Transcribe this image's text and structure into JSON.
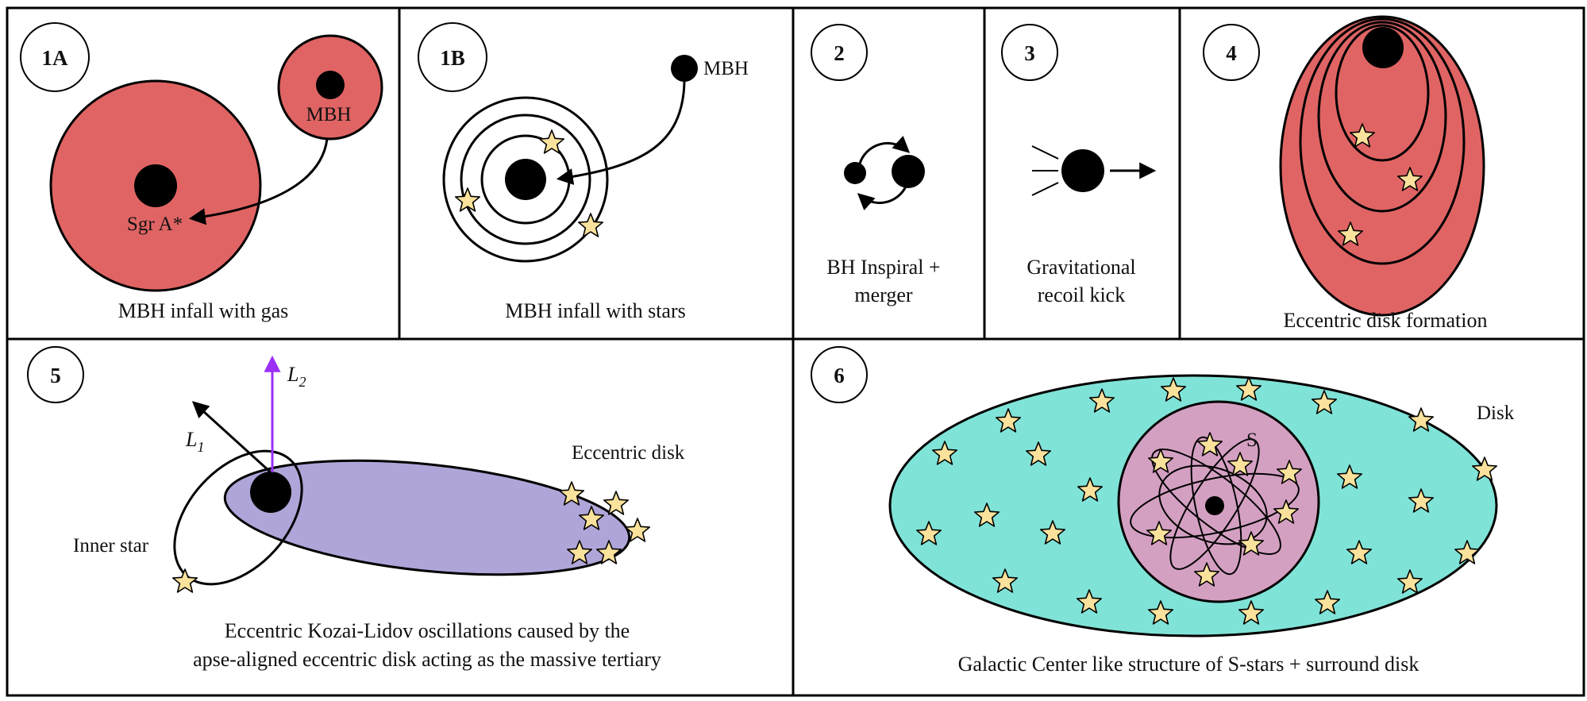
{
  "colors": {
    "gas_red": "#e06464",
    "star_fill": "#fbe29c",
    "disk_purple": "#b0a5d8",
    "disk_teal": "#80e3d7",
    "s_cluster_pink": "#d4a0c2",
    "l2_arrow": "#9b2ff5",
    "ink": "#000000"
  },
  "icons": {
    "black_hole": "filled-black-circle",
    "star": "five-point-star",
    "arrow": "arrow"
  },
  "panels": {
    "p1a": {
      "number": "1A",
      "caption": "MBH infall with gas",
      "mbh_label": "MBH",
      "sgr_label": "Sgr A*"
    },
    "p1b": {
      "number": "1B",
      "caption": "MBH infall with stars",
      "mbh_label": "MBH"
    },
    "p2": {
      "number": "2",
      "caption_line1": "BH Inspiral +",
      "caption_line2": "merger"
    },
    "p3": {
      "number": "3",
      "caption_line1": "Gravitational",
      "caption_line2": "recoil kick"
    },
    "p4": {
      "number": "4",
      "caption": "Eccentric disk formation"
    },
    "p5": {
      "number": "5",
      "l1_main": "L",
      "l1_sub": "1",
      "l2_main": "L",
      "l2_sub": "2",
      "disk_label": "Eccentric disk",
      "inner_star_label": "Inner star",
      "caption_line1": "Eccentric Kozai-Lidov oscillations caused by the",
      "caption_line2": "apse-aligned eccentric disk acting as the massive tertiary"
    },
    "p6": {
      "number": "6",
      "disk_label": "Disk",
      "s_label": "S",
      "caption": "Galactic Center like structure of S-stars + surround disk"
    }
  }
}
